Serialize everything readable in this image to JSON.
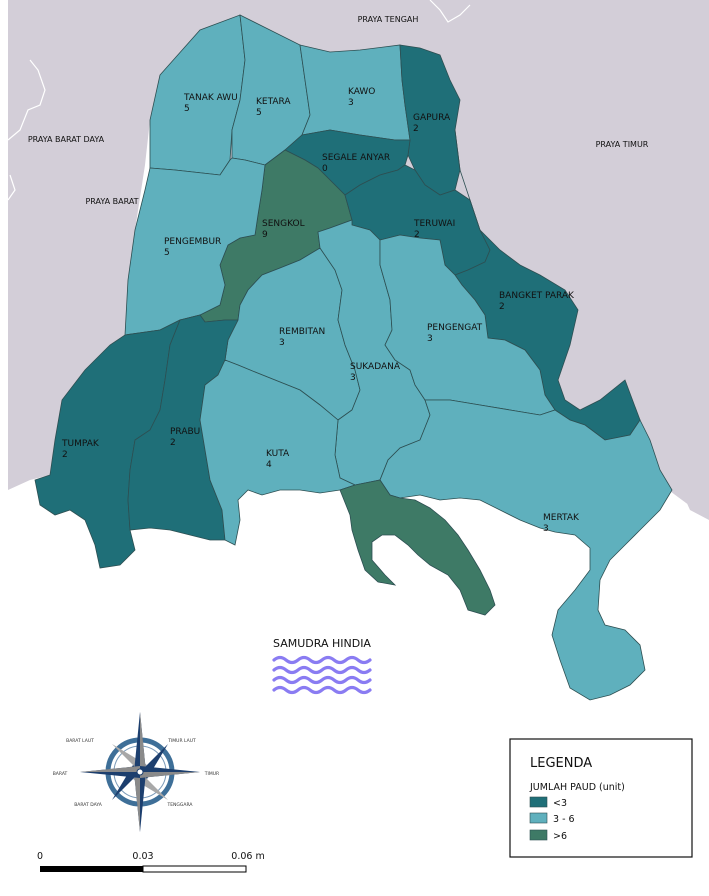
{
  "colors": {
    "low": "#1f6f78",
    "mid": "#5fb0bd",
    "high": "#3e7a66",
    "outside": "#d3ced8",
    "sea": "#ffffff",
    "waves": "#8a7cf2"
  },
  "neighbors": [
    {
      "id": "praya-tengah",
      "label": "PRAYA TENGAH"
    },
    {
      "id": "praya-barat-daya",
      "label": "PRAYA BARAT DAYA"
    },
    {
      "id": "praya-barat",
      "label": "PRAYA BARAT"
    },
    {
      "id": "praya-timur",
      "label": "PRAYA TIMUR"
    }
  ],
  "districts": [
    {
      "id": "tanak-awu",
      "name": "TANAK AWU",
      "count": "5",
      "class": "mid"
    },
    {
      "id": "ketara",
      "name": "KETARA",
      "count": "5",
      "class": "mid"
    },
    {
      "id": "kawo",
      "name": "KAWO",
      "count": "3",
      "class": "mid"
    },
    {
      "id": "gapura",
      "name": "GAPURA",
      "count": "2",
      "class": "low"
    },
    {
      "id": "segale-anyar",
      "name": "SEGALE ANYAR",
      "count": "0",
      "class": "low"
    },
    {
      "id": "sengkol",
      "name": "SENGKOL",
      "count": "9",
      "class": "high"
    },
    {
      "id": "teruwai",
      "name": "TERUWAI",
      "count": "2",
      "class": "low"
    },
    {
      "id": "pengembur",
      "name": "PENGEMBUR",
      "count": "5",
      "class": "mid"
    },
    {
      "id": "bangket-parak",
      "name": "BANGKET PARAK",
      "count": "2",
      "class": "low"
    },
    {
      "id": "rembitan",
      "name": "REMBITAN",
      "count": "3",
      "class": "mid"
    },
    {
      "id": "pengengat",
      "name": "PENGENGAT",
      "count": "3",
      "class": "mid"
    },
    {
      "id": "sukadana",
      "name": "SUKADANA",
      "count": "3",
      "class": "mid"
    },
    {
      "id": "tumpak",
      "name": "TUMPAK",
      "count": "2",
      "class": "low"
    },
    {
      "id": "prabu",
      "name": "PRABU",
      "count": "2",
      "class": "low"
    },
    {
      "id": "kuta",
      "name": "KUTA",
      "count": "4",
      "class": "mid"
    },
    {
      "id": "mertak",
      "name": "MERTAK",
      "count": "3",
      "class": "mid"
    },
    {
      "id": "sengkol-south",
      "name": "",
      "count": "",
      "class": "high"
    }
  ],
  "sea_label": "SAMUDRA HINDIA",
  "compass": {
    "nw": "BARAT LAUT",
    "ne": "TIMUR LAUT",
    "w": "BARAT",
    "e": "TIMUR",
    "sw": "BARAT DAYA",
    "se": "TENGGARA"
  },
  "legend": {
    "title": "LEGENDA",
    "subtitle": "JUMLAH PAUD (unit)",
    "items": [
      {
        "label": "<3",
        "class": "low"
      },
      {
        "label": "3 - 6",
        "class": "mid"
      },
      {
        "label": ">6",
        "class": "high"
      }
    ]
  },
  "scale_bar": {
    "ticks": [
      "0",
      "0.03",
      "0.06 m"
    ]
  }
}
